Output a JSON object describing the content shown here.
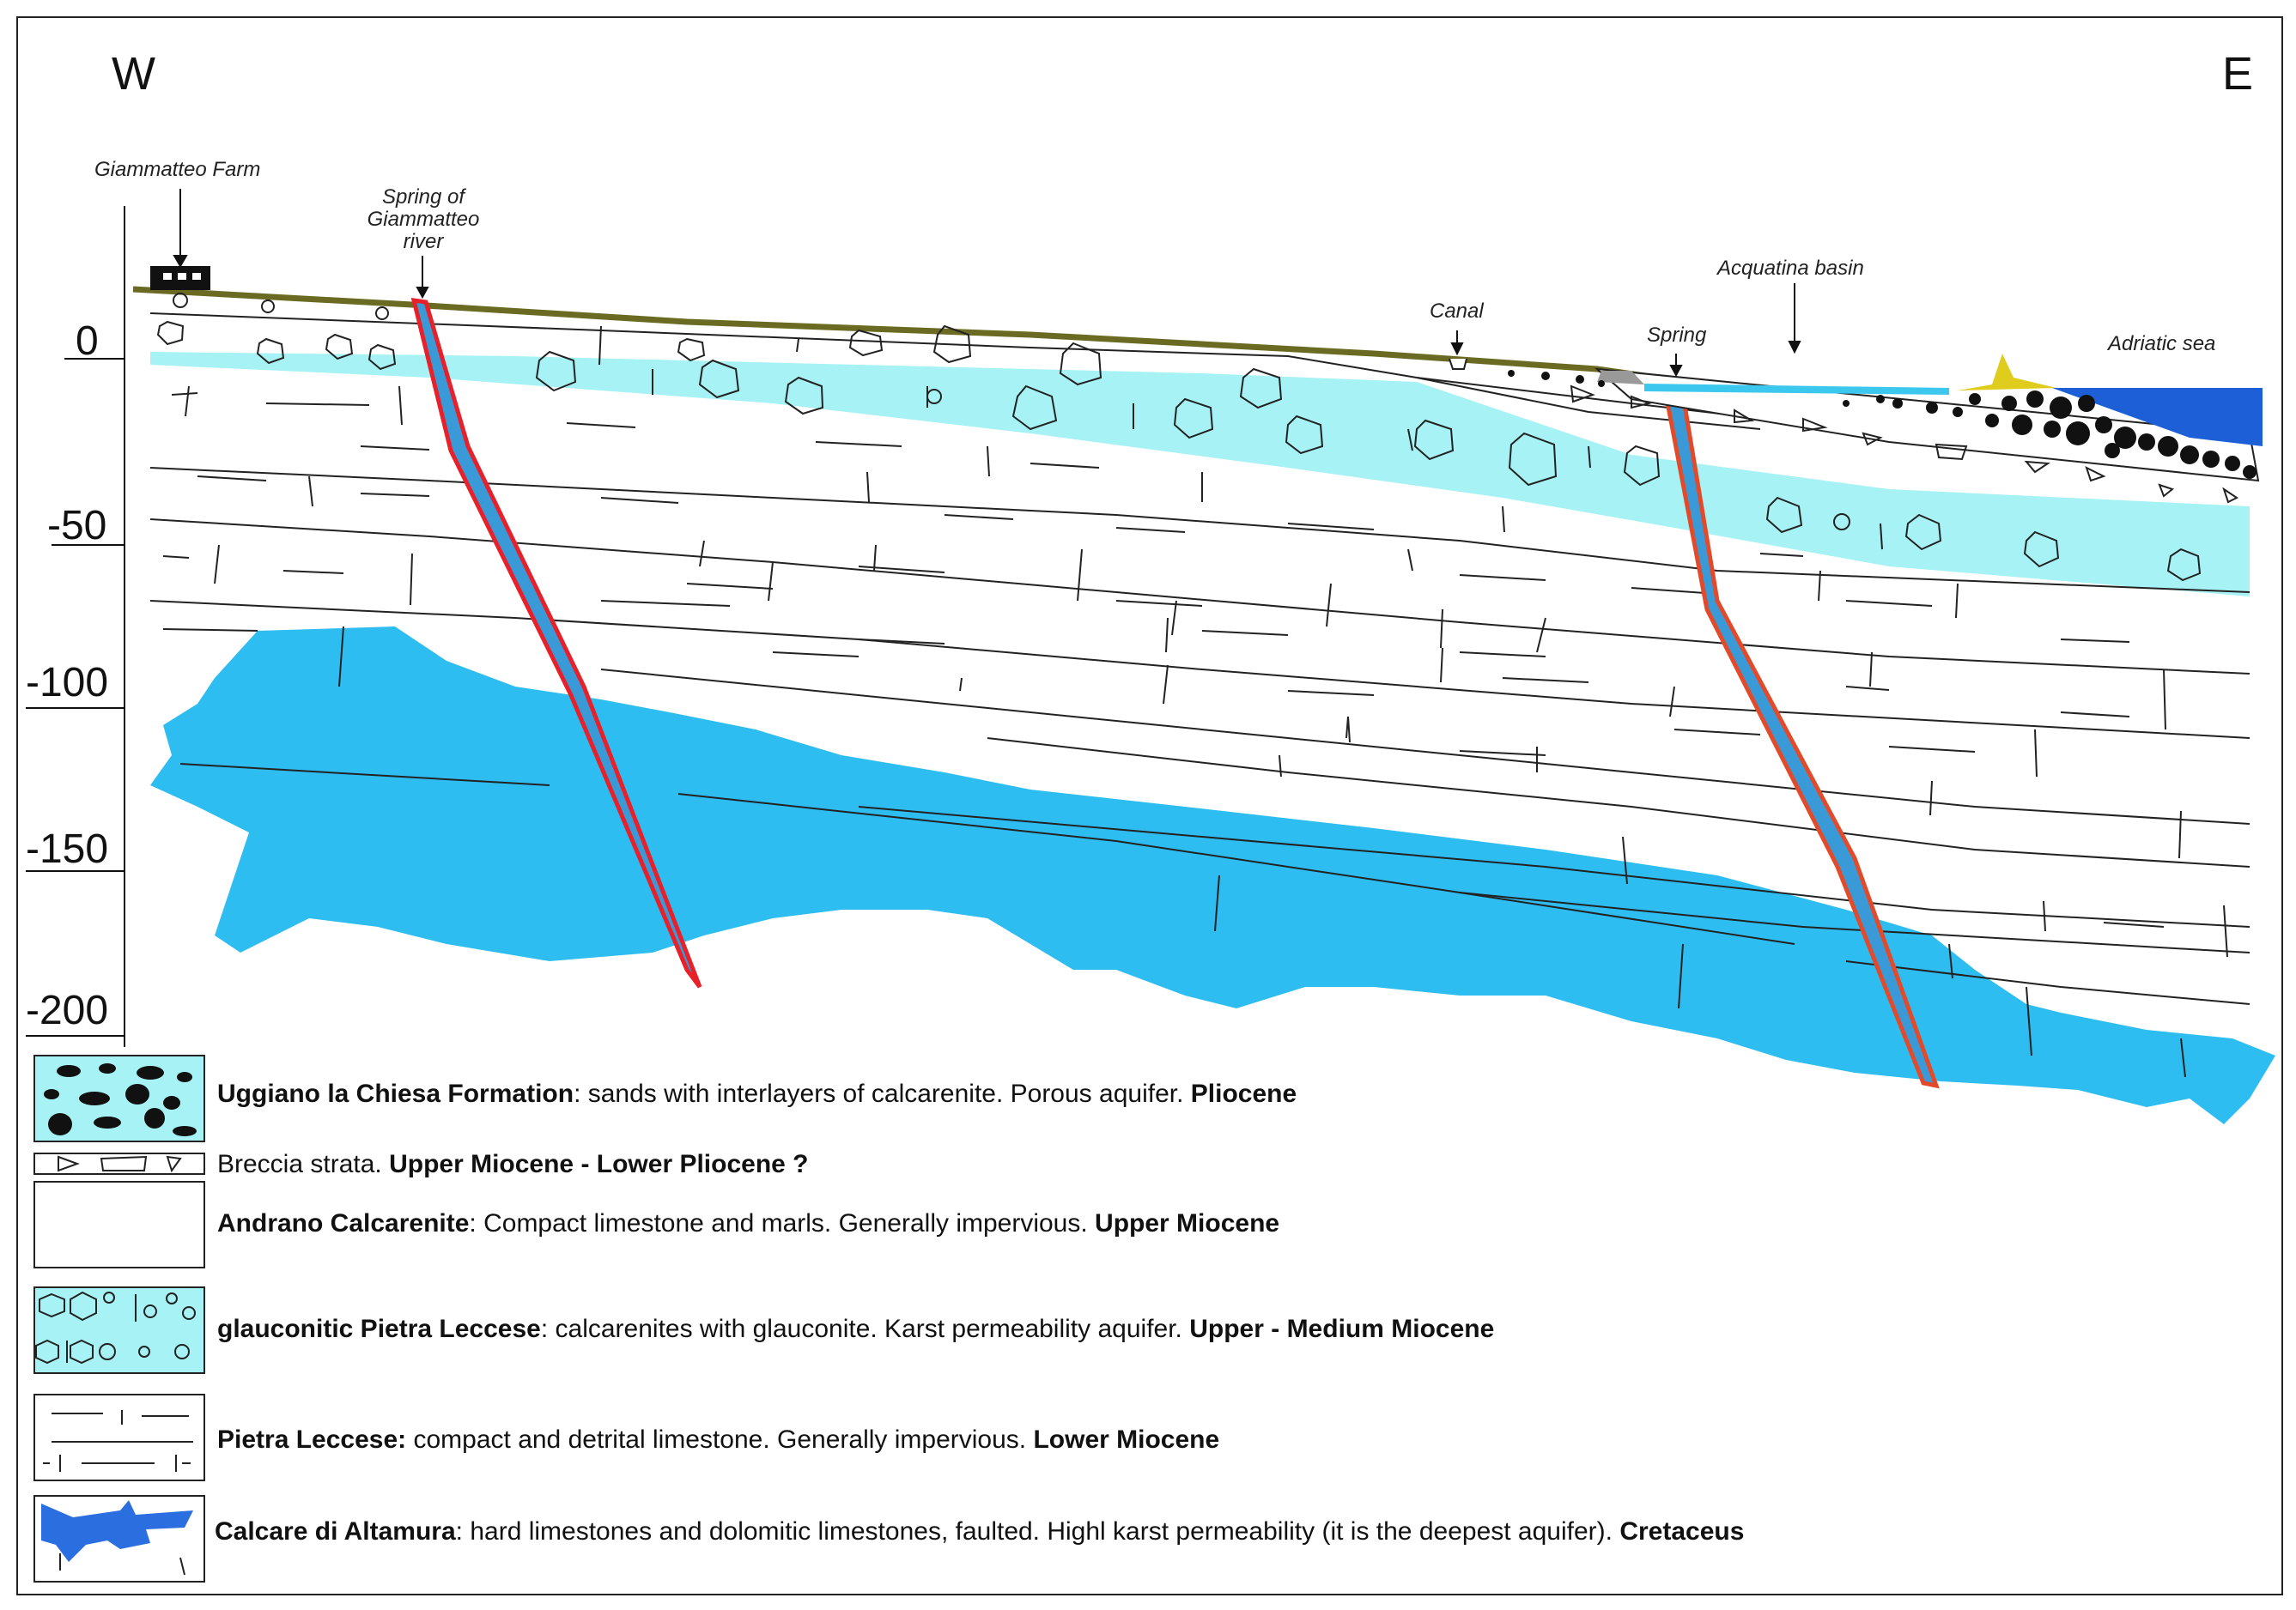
{
  "compass": {
    "west": "W",
    "east": "E"
  },
  "annotations": {
    "farm": "Giammatteo Farm",
    "spring_river": [
      "Spring of",
      "Giammatteo",
      "river"
    ],
    "canal": "Canal",
    "spring": "Spring",
    "basin": "Acquatina basin",
    "sea": "Adriatic sea"
  },
  "depth_axis": {
    "ticks": [
      "0",
      "-50",
      "-100",
      "-150",
      "-200"
    ]
  },
  "legend": [
    {
      "name": "Uggiano la Chiesa Formation",
      "desc": ": sands with interlayers of calcarenite. Porous aquifer. ",
      "age": "Pliocene"
    },
    {
      "name": "",
      "desc": "Breccia strata. ",
      "age": "Upper Miocene - Lower Pliocene ?"
    },
    {
      "name": "Andrano Calcarenite",
      "desc": ": Compact limestone and marls. Generally impervious. ",
      "age": "Upper Miocene"
    },
    {
      "name": "glauconitic Pietra Leccese",
      "desc": ": calcarenites with glauconite. Karst permeability aquifer. ",
      "age": "Upper - Medium Miocene"
    },
    {
      "name": "Pietra Leccese:",
      "desc": " compact and detrital limestone. Generally impervious. ",
      "age": "Lower Miocene"
    },
    {
      "name": "Calcare di Altamura",
      "desc": ": hard limestones and dolomitic limestones, faulted. Highl karst permeability (it is the deepest aquifer). ",
      "age": "Cretaceus"
    }
  ],
  "colors": {
    "aquifer_glauconitic": "#a6f2f5",
    "aquifer_deep": "#2ebdf0",
    "fault_outline": "#e8202a",
    "fault_fill": "#3a9ad8",
    "topsoil": "#6b6a22",
    "sea": "#1c5fd6",
    "dune": "#e0cc1c",
    "basin_water": "#3cc8ee",
    "legend_deep": "#2a6ee0"
  }
}
